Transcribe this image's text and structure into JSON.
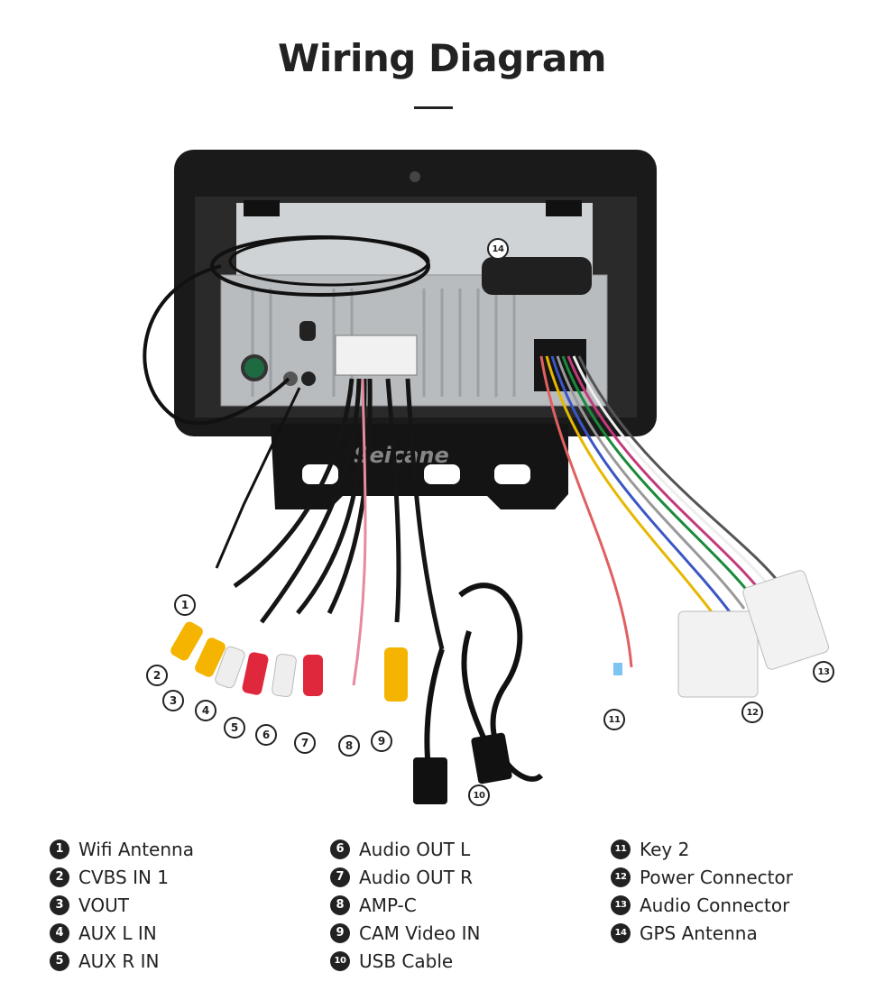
{
  "title": "Wiring Diagram",
  "watermark": "Seicane",
  "callouts": [
    "1",
    "2",
    "3",
    "4",
    "5",
    "6",
    "7",
    "8",
    "9",
    "10",
    "11",
    "12",
    "13",
    "14"
  ],
  "legend": [
    {
      "num": "1",
      "label": "Wifi Antenna"
    },
    {
      "num": "2",
      "label": "CVBS IN 1"
    },
    {
      "num": "3",
      "label": "VOUT"
    },
    {
      "num": "4",
      "label": "AUX L IN"
    },
    {
      "num": "5",
      "label": "AUX R IN"
    },
    {
      "num": "6",
      "label": "Audio OUT L"
    },
    {
      "num": "7",
      "label": "Audio OUT R"
    },
    {
      "num": "8",
      "label": "AMP-C"
    },
    {
      "num": "9",
      "label": "CAM Video IN"
    },
    {
      "num": "10",
      "label": "USB Cable"
    },
    {
      "num": "11",
      "label": "Key 2"
    },
    {
      "num": "12",
      "label": "Power Connector"
    },
    {
      "num": "13",
      "label": "Audio Connector"
    },
    {
      "num": "14",
      "label": "GPS Antenna"
    }
  ],
  "colors": {
    "rca_yellow": "#f4b400",
    "rca_red": "#e0283c",
    "rca_white": "#eeeeee",
    "frame": "#1a1a1a",
    "chassis": "#b9bcbf"
  }
}
